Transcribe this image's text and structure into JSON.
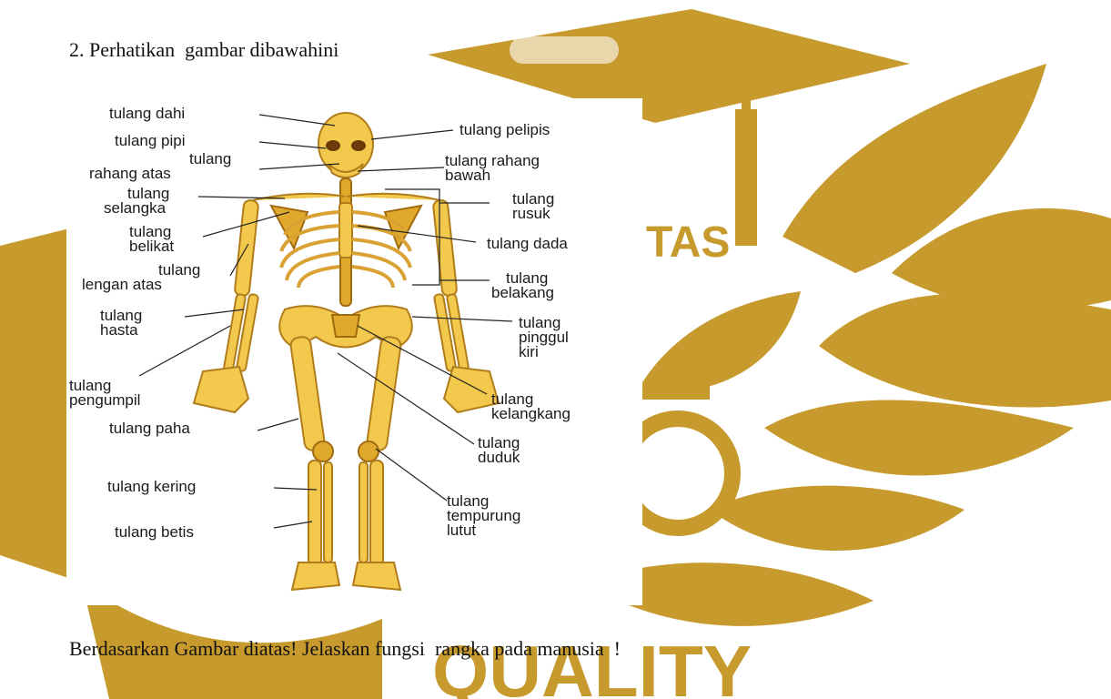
{
  "document": {
    "question_title": "2. Perhatikan  gambar dibawahini",
    "question_prompt": "Berdasarkan Gambar diatas! Jelaskan fungsi  rangka pada manusia  !"
  },
  "watermark": {
    "word_top": "TAS",
    "word_bottom": "QUALITY",
    "color": "#c79a2e"
  },
  "figure": {
    "labels": {
      "dahi": "tulang dahi",
      "pelipis": "tulang pelipis",
      "pipi": "tulang pipi",
      "rahang_atas_1": "tulang",
      "rahang_atas_2": "rahang atas",
      "rahang_bawah_1": "tulang rahang",
      "rahang_bawah_2": "bawah",
      "selangka_1": "tulang",
      "selangka_2": "selangka",
      "rusuk_1": "tulang",
      "rusuk_2": "rusuk",
      "belikat_1": "tulang",
      "belikat_2": "belikat",
      "dada": "tulang dada",
      "lengan_atas_1": "tulang",
      "lengan_atas_2": "lengan atas",
      "belakang_1": "tulang",
      "belakang_2": "belakang",
      "hasta_1": "tulang",
      "hasta_2": "hasta",
      "pinggul_1": "tulang",
      "pinggul_2": "pinggul",
      "pinggul_3": "kiri",
      "pengumpil_1": "tulang",
      "pengumpil_2": "pengumpil",
      "kelangkang_1": "tulang",
      "kelangkang_2": "kelangkang",
      "paha": "tulang paha",
      "duduk_1": "tulang",
      "duduk_2": "duduk",
      "kering": "tulang kering",
      "tempurung_1": "tulang",
      "tempurung_2": "tempurung",
      "tempurung_3": "lutut",
      "betis": "tulang betis"
    }
  }
}
